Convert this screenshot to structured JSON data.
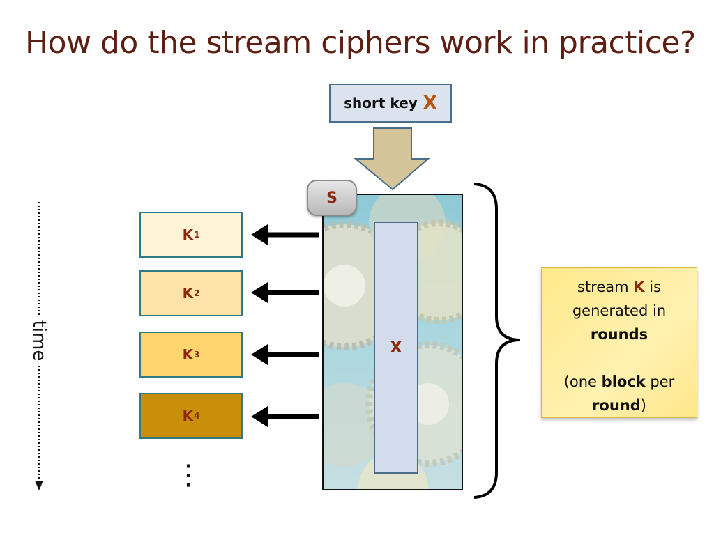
{
  "title": "How do the stream ciphers work in practice?",
  "key_box": {
    "label": "short key",
    "var": "X"
  },
  "machine": {
    "badge": "S",
    "inner_label": "X"
  },
  "keystream_blocks": [
    {
      "label": "K",
      "sup": "1",
      "color": "#fdf3d6"
    },
    {
      "label": "K",
      "sup": "2",
      "color": "#fde3a8"
    },
    {
      "label": "K",
      "sup": "3",
      "color": "#fcd56f"
    },
    {
      "label": "K",
      "sup": "4",
      "color": "#c98e0a"
    }
  ],
  "ellipsis": "⋮",
  "time_label": "time",
  "info": {
    "line1_pre": "stream",
    "line1_k": "K",
    "line1_post": "is",
    "line2": "generated in",
    "line3": "rounds",
    "line4_pre": "(one",
    "line4_bold": "block",
    "line4_post": "per",
    "line5_bold": "round",
    "line5_post": ")"
  }
}
